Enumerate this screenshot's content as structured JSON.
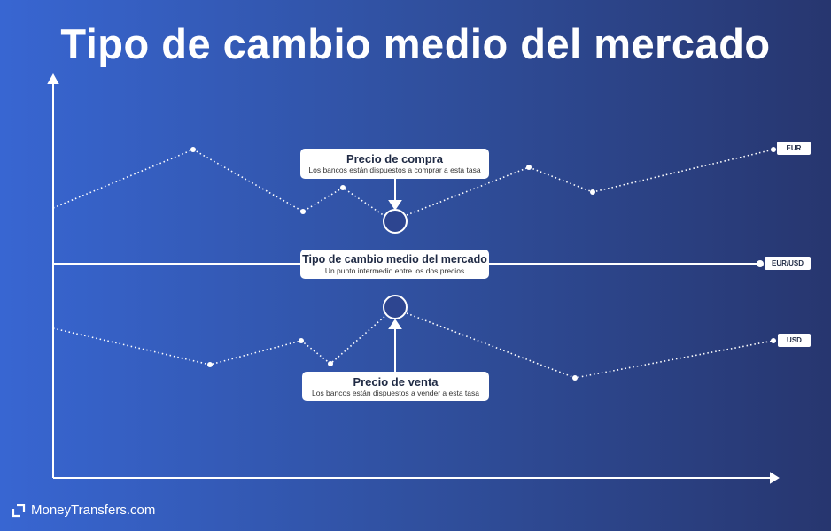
{
  "title": "Tipo de cambio medio del mercado",
  "callouts": {
    "buy": {
      "heading": "Precio de compra",
      "sub": "Los bancos están dispuestos a comprar a esta tasa"
    },
    "mid": {
      "heading": "Tipo de cambio medio del mercado",
      "sub": "Un punto intermedio entre los dos precios"
    },
    "sell": {
      "heading": "Precio de venta",
      "sub": "Los bancos están dispuestos a vender a esta tasa"
    }
  },
  "series_labels": {
    "eur": "EUR",
    "mid": "EUR/USD",
    "usd": "USD"
  },
  "brand": "MoneyTransfers.com",
  "colors": {
    "bg_left": "#3866d2",
    "bg_right": "#27366f",
    "line": "#ffffff"
  }
}
